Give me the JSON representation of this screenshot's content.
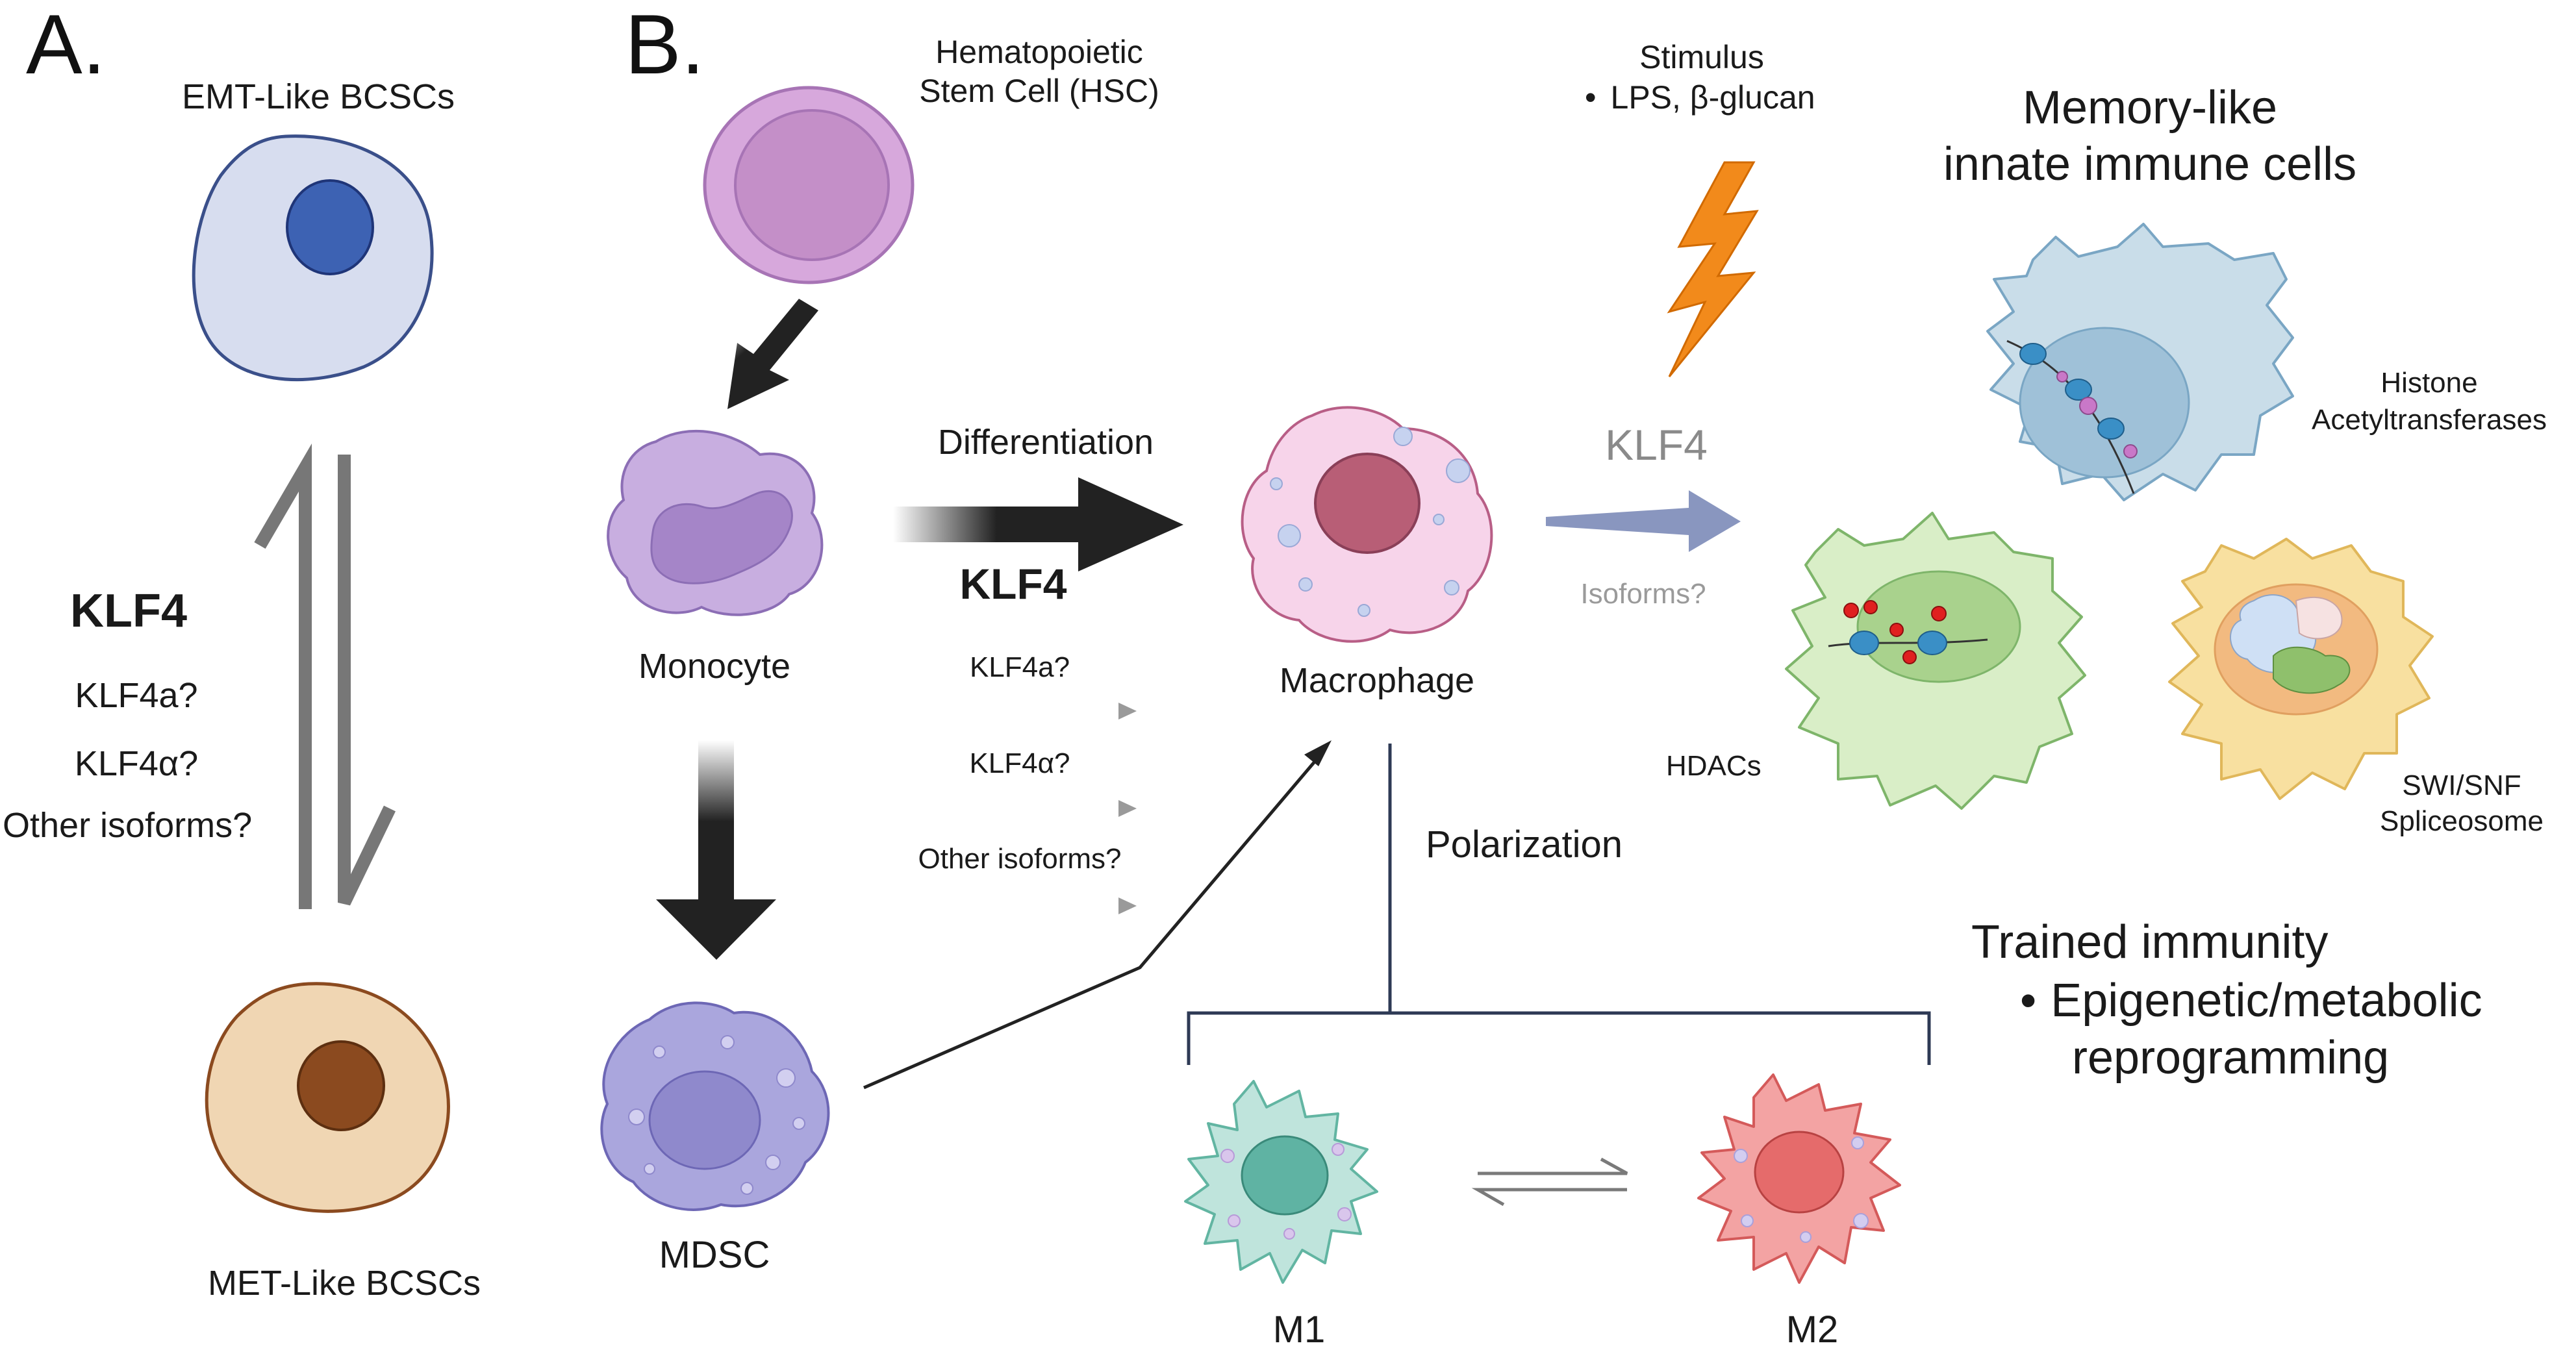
{
  "colors": {
    "emt_cell_fill": "#d7ddef",
    "emt_nucleus": "#3d62b3",
    "met_cell_fill": "#f0d6b3",
    "met_nucleus": "#8b4a1f",
    "hsc_fill": "#d7a8dc",
    "monocyte_fill": "#c8aee0",
    "mdsc_fill": "#aaa6dd",
    "macrophage_fill": "#f7d4ea",
    "macrophage_nucleus": "#b85e76",
    "m1_fill": "#bfe4dc",
    "m2_fill": "#f3a3a3",
    "lightning": "#f28a1b",
    "klf4_arrow": "#8996bf",
    "hat_cell_fill": "#c9dde9",
    "hdac_cell_fill": "#d9eec7",
    "swi_cell_fill": "#f8e0a0",
    "equilibrium_arrows": "#7a7a7a"
  },
  "panel_a": {
    "label": "A.",
    "emt_label": "EMT-Like BCSCs",
    "met_label": "MET-Like BCSCs",
    "klf4": "KLF4",
    "isoforms": [
      "KLF4a?",
      "KLF4α?",
      "Other isoforms?"
    ]
  },
  "panel_b": {
    "label": "B.",
    "hsc_label": [
      "Hematopoietic",
      "Stem Cell (HSC)"
    ],
    "monocyte_label": "Monocyte",
    "mdsc_label": "MDSC",
    "macrophage_label": "Macrophage",
    "differentiation_label": "Differentiation",
    "klf4_label": "KLF4",
    "isoform_labels": [
      "KLF4a?",
      "KLF4α?",
      "Other isoforms?"
    ],
    "polarization_label": "Polarization",
    "m1_label": "M1",
    "m2_label": "M2",
    "stimulus_title": "Stimulus",
    "stimulus_item": "LPS, β-glucan",
    "klf4_grey": "KLF4",
    "isoforms_grey": "Isoforms?",
    "memory_title": [
      "Memory-like",
      "innate immune cells"
    ],
    "histone_label": [
      "Histone",
      "Acetyltransferases"
    ],
    "hdacs_label": "HDACs",
    "swi_label": [
      "SWI/SNF",
      "Spliceosome"
    ],
    "trained_title": "Trained immunity",
    "trained_item": [
      "Epigenetic/metabolic",
      "reprogramming"
    ]
  }
}
